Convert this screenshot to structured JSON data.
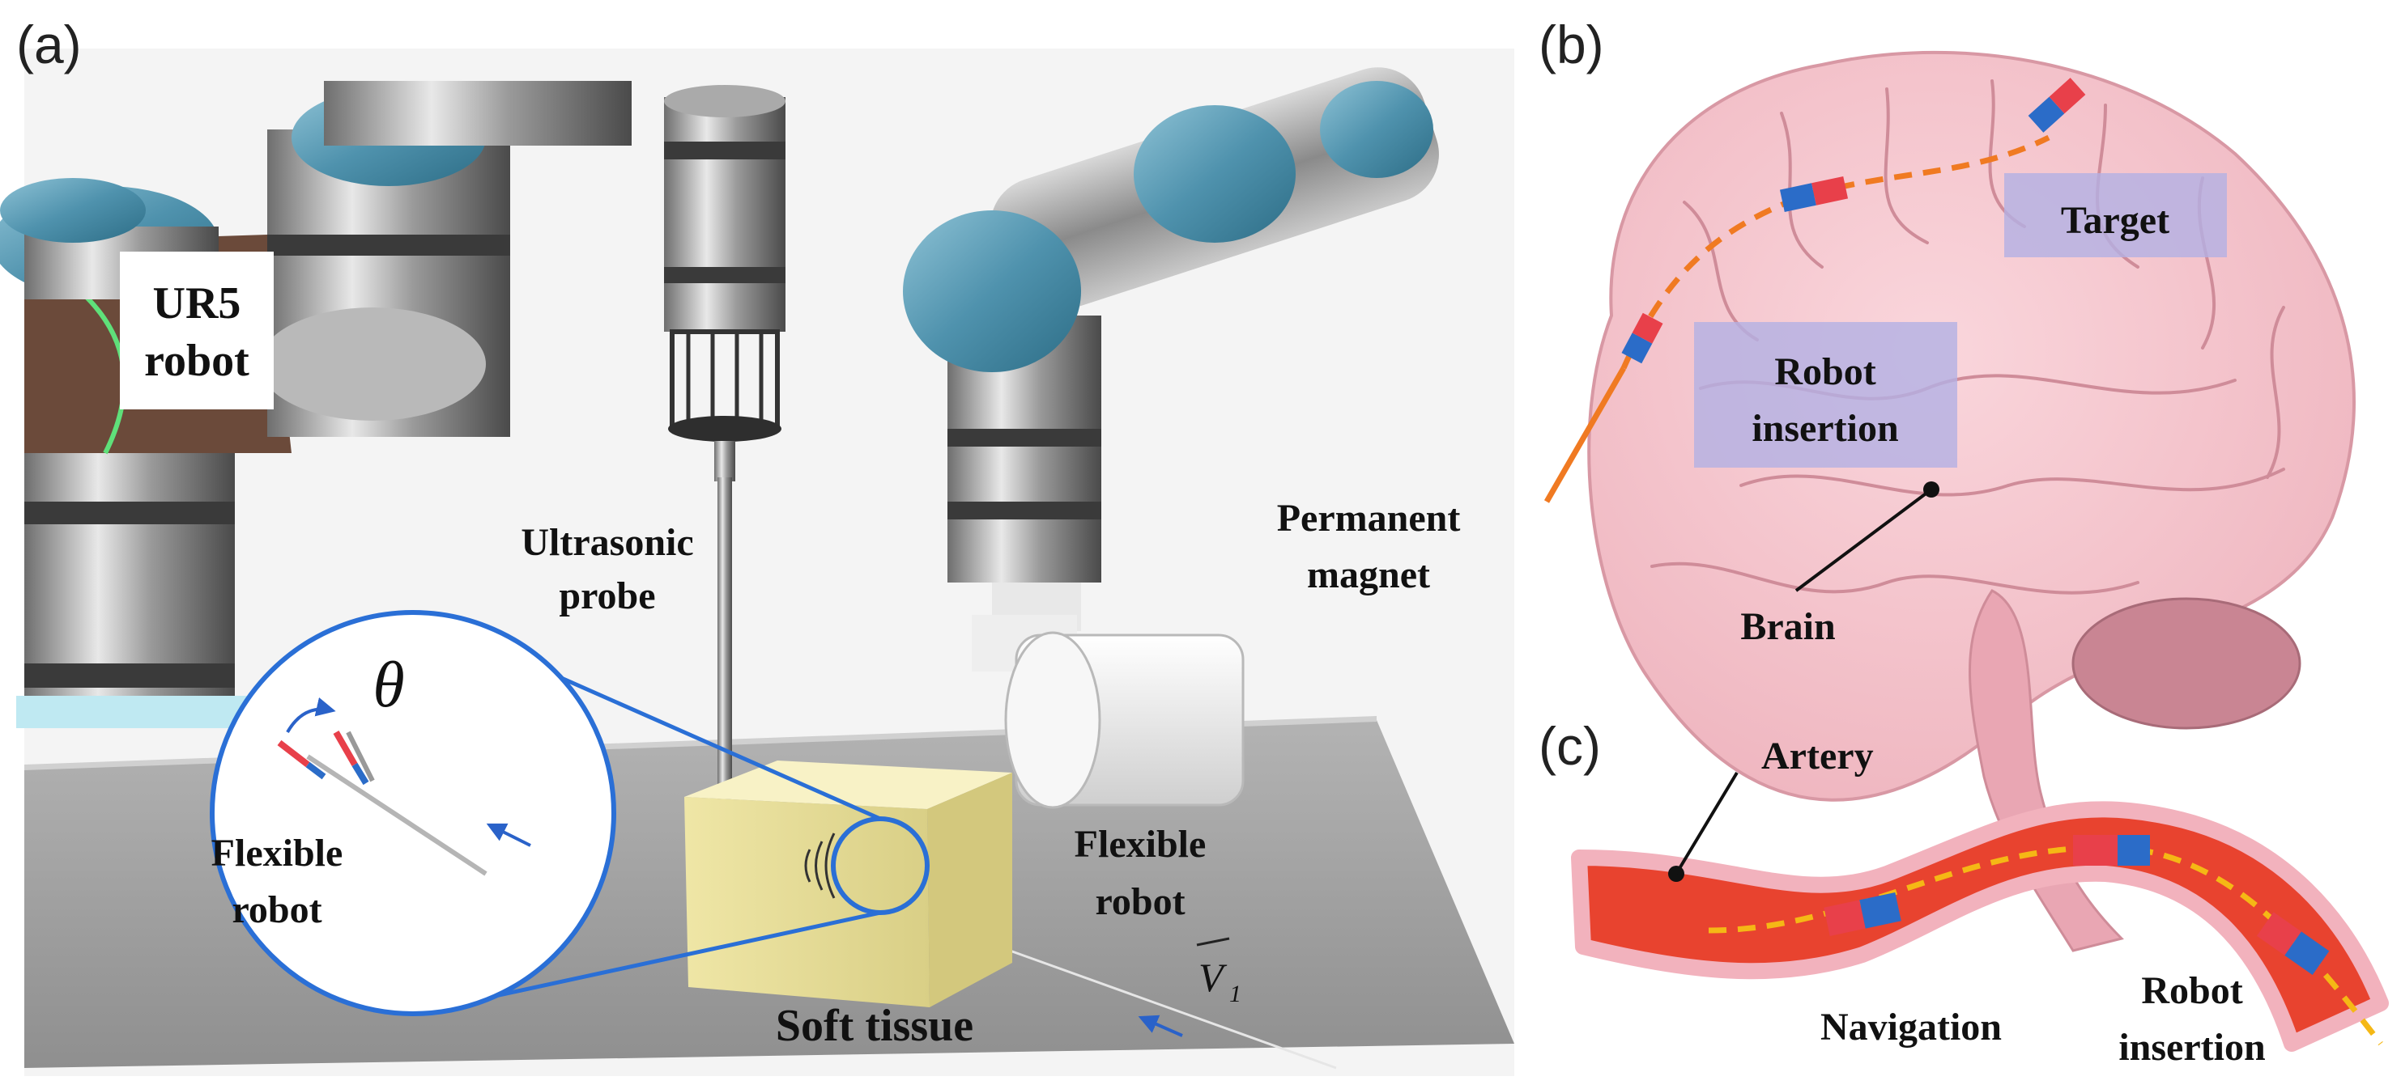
{
  "panels": {
    "a": {
      "label": "(a)",
      "labels": {
        "ur5_line1": "UR5",
        "ur5_line2": "robot",
        "probe_line1": "Ultrasonic",
        "probe_line2": "probe",
        "magnet_line1": "Permanent",
        "magnet_line2": "magnet",
        "flex_right_line1": "Flexible",
        "flex_right_line2": "robot",
        "flex_inset_line1": "Flexible",
        "flex_inset_line2": "robot",
        "soft_tissue": "Soft tissue",
        "theta": "θ",
        "velocity": "V",
        "velocity_sub": "1"
      }
    },
    "b": {
      "label": "(b)",
      "labels": {
        "target": "Target",
        "insertion_line1": "Robot",
        "insertion_line2": "insertion",
        "brain": "Brain"
      }
    },
    "c": {
      "label": "(c)",
      "labels": {
        "artery": "Artery",
        "navigation": "Navigation",
        "insertion_line1": "Robot",
        "insertion_line2": "insertion"
      }
    }
  },
  "colors": {
    "arrow_blue": "#2a62c9",
    "inset_blue": "#2a6fd6",
    "robot_joint_teal": "#4f92ad",
    "tissue_yellow": "#f1eab0",
    "brain_pink": "#f5c6ce",
    "cerebellum": "#c98593",
    "artery_red": "#e8432f",
    "artery_wall": "#f2b2bd",
    "path_orange": "#f07a22",
    "path_yellow": "#f5b815",
    "magnet_red": "#e8404a",
    "magnet_blue": "#2b6cc8",
    "highlight_box": "#b3b0e4"
  }
}
